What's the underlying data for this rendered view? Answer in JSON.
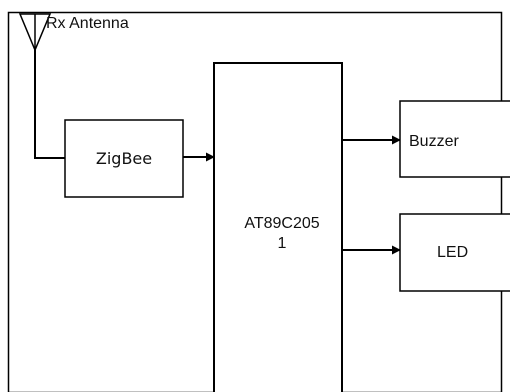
{
  "antenna": {
    "label": "Rx Antenna"
  },
  "blocks": {
    "zigbee": {
      "label": "ZigBee"
    },
    "mcu": {
      "label_line1": "AT89C205",
      "label_line2": "1"
    },
    "buzzer": {
      "label": "Buzzer"
    },
    "led": {
      "label": "LED"
    }
  }
}
